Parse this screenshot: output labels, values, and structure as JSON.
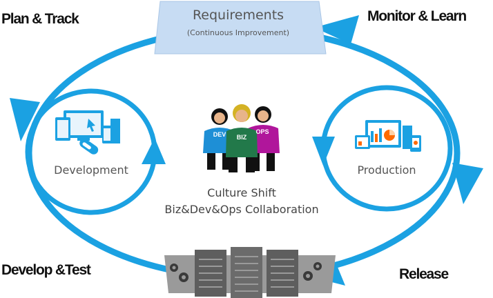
{
  "corners": {
    "plan_track": "Plan & Track",
    "monitor_learn": "Monitor & Learn",
    "develop_test": "Develop &Test",
    "release": "Release"
  },
  "requirements": {
    "title": "Requirements",
    "subtitle": "(Continuous Improvement)"
  },
  "loops": {
    "development": "Development",
    "production": "Production"
  },
  "center": {
    "line1": "Culture Shift",
    "line2": "Biz&Dev&Ops Collaboration"
  },
  "people": {
    "dev": "DEV",
    "biz": "BIZ",
    "ops": "OPS"
  },
  "colors": {
    "cycle_blue": "#1ba1e2",
    "requirements_fill": "#c7dcf3",
    "dev_shirt": "#1e8fd6",
    "biz_shirt": "#22794a",
    "ops_shirt": "#b0169b",
    "server_gray": "#8a8a8a"
  },
  "icons": [
    "devices-icon",
    "mouse-icon",
    "dashboard-devices-icon",
    "gear-icon",
    "server-rack-icon"
  ]
}
